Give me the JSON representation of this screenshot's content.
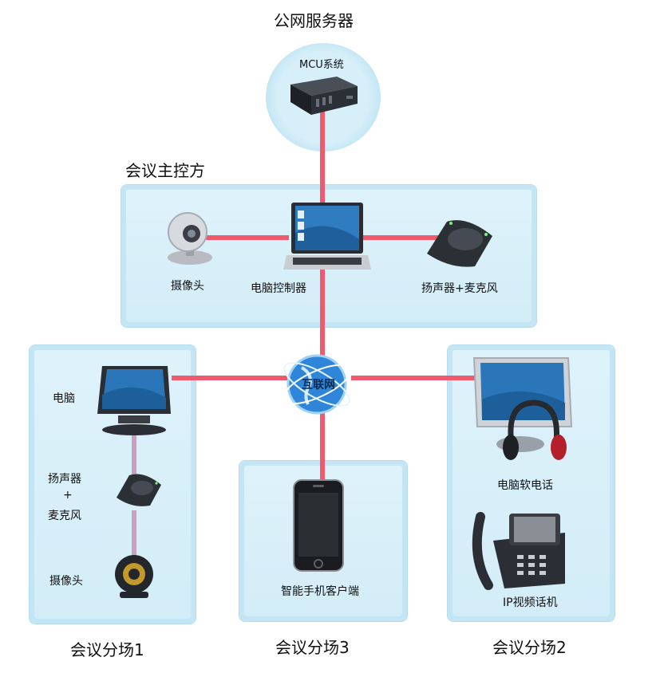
{
  "groups": {
    "public_server": "公网服务器",
    "main_control": "会议主控方",
    "branch1": "会议分场1",
    "branch3": "会议分场3",
    "branch2": "会议分场2"
  },
  "devices": {
    "mcu": "MCU系统",
    "main_camera": "摄像头",
    "main_pc": "电脑控制器",
    "main_speaker": "扬声器+麦克风",
    "internet": "互联网",
    "b1_pc": "电脑",
    "b1_speaker_line1": "扬声器",
    "b1_plus": "+",
    "b1_speaker_line2": "麦克风",
    "b1_camera": "摄像头",
    "b3_phone": "智能手机客户端",
    "b2_softphone": "电脑软电话",
    "b2_ipphone": "IP视频话机"
  },
  "colors": {
    "link": "#ef5a6f",
    "link_inner": "#c9a3c0",
    "panel": "#cfeaf6"
  }
}
